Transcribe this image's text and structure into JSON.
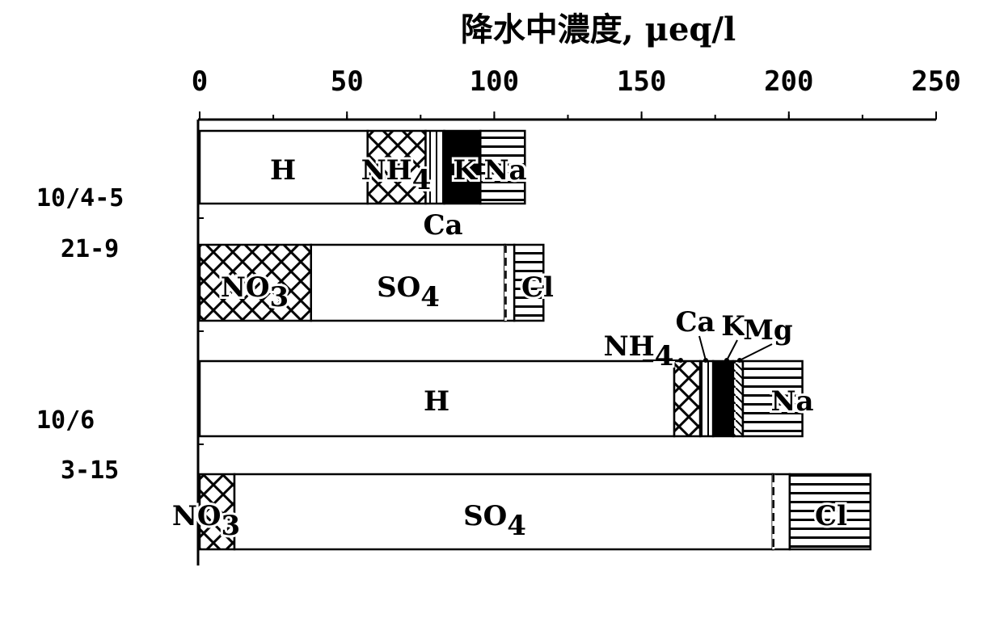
{
  "chart_data": {
    "type": "bar",
    "orientation": "horizontal-stacked",
    "title": "降水中濃度, μeq/l",
    "xlim": [
      0,
      250
    ],
    "xticks": [
      "0",
      "50",
      "100",
      "150",
      "200",
      "250"
    ],
    "groups": [
      {
        "labels": [
          "10/4-5",
          "21-9"
        ]
      },
      {
        "labels": [
          "10/6",
          "3-15"
        ]
      }
    ],
    "bars": [
      {
        "group": 0,
        "kind": "cations",
        "segments": [
          {
            "name": "H",
            "value": 57,
            "pattern": "white"
          },
          {
            "name": "NH4",
            "value": 19.7,
            "pattern": "cross"
          },
          {
            "name": "Ca",
            "value": 6.3,
            "pattern": "vlines"
          },
          {
            "name": "K",
            "value": 12.3,
            "pattern": "black"
          },
          {
            "name": "Na",
            "value": 15.1,
            "pattern": "hlines"
          }
        ]
      },
      {
        "group": 0,
        "kind": "anions",
        "segments": [
          {
            "name": "NO3",
            "value": 37.8,
            "pattern": "cross"
          },
          {
            "name": "SO4",
            "value": 65.8,
            "pattern": "white"
          },
          {
            "name": "",
            "value": 3.2,
            "pattern": "dashed"
          },
          {
            "name": "Cl",
            "value": 9.9,
            "pattern": "hlines"
          }
        ]
      },
      {
        "group": 1,
        "kind": "cations",
        "segments": [
          {
            "name": "H",
            "value": 161.1,
            "pattern": "white"
          },
          {
            "name": "NH4",
            "value": 8.8,
            "pattern": "cross"
          },
          {
            "name": "Ca",
            "value": 4.4,
            "pattern": "vlines"
          },
          {
            "name": "K",
            "value": 6.8,
            "pattern": "black"
          },
          {
            "name": "Mg",
            "value": 3.3,
            "pattern": "diag"
          },
          {
            "name": "Na",
            "value": 20.2,
            "pattern": "hlines"
          }
        ]
      },
      {
        "group": 1,
        "kind": "anions",
        "segments": [
          {
            "name": "NO3",
            "value": 11.8,
            "pattern": "cross"
          },
          {
            "name": "SO4",
            "value": 182.7,
            "pattern": "white"
          },
          {
            "name": "",
            "value": 5.8,
            "pattern": "dashed"
          },
          {
            "name": "Cl",
            "value": 27.4,
            "pattern": "hlines"
          }
        ]
      }
    ]
  }
}
